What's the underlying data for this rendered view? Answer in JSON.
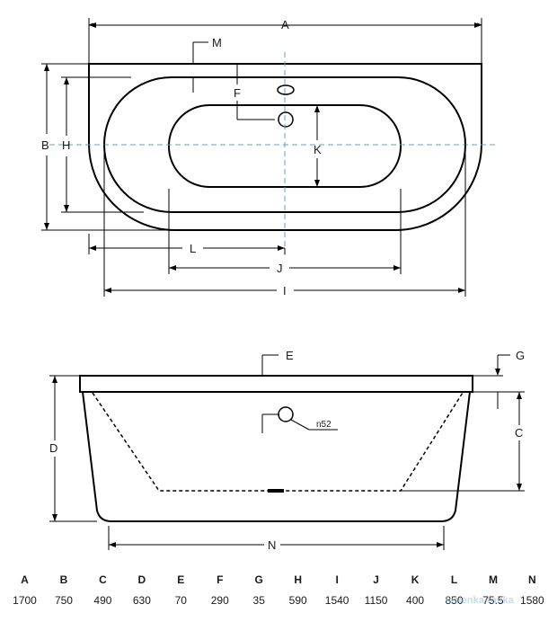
{
  "labels": {
    "A": "A",
    "B": "B",
    "F": "F",
    "H": "H",
    "K": "K",
    "L": "L",
    "J": "J",
    "I": "I",
    "M": "M",
    "E": "E",
    "G": "G",
    "C": "C",
    "D": "D",
    "N": "N",
    "n52": "n52"
  },
  "table": {
    "headers": [
      "A",
      "B",
      "C",
      "D",
      "E",
      "F",
      "G",
      "H",
      "I",
      "J",
      "K",
      "L",
      "M",
      "N"
    ],
    "values": [
      "1700",
      "750",
      "490",
      "630",
      "70",
      "290",
      "35",
      "590",
      "1540",
      "1150",
      "400",
      "850",
      "75.5",
      "1580"
    ]
  },
  "watermark": "lazienka-rabka"
}
